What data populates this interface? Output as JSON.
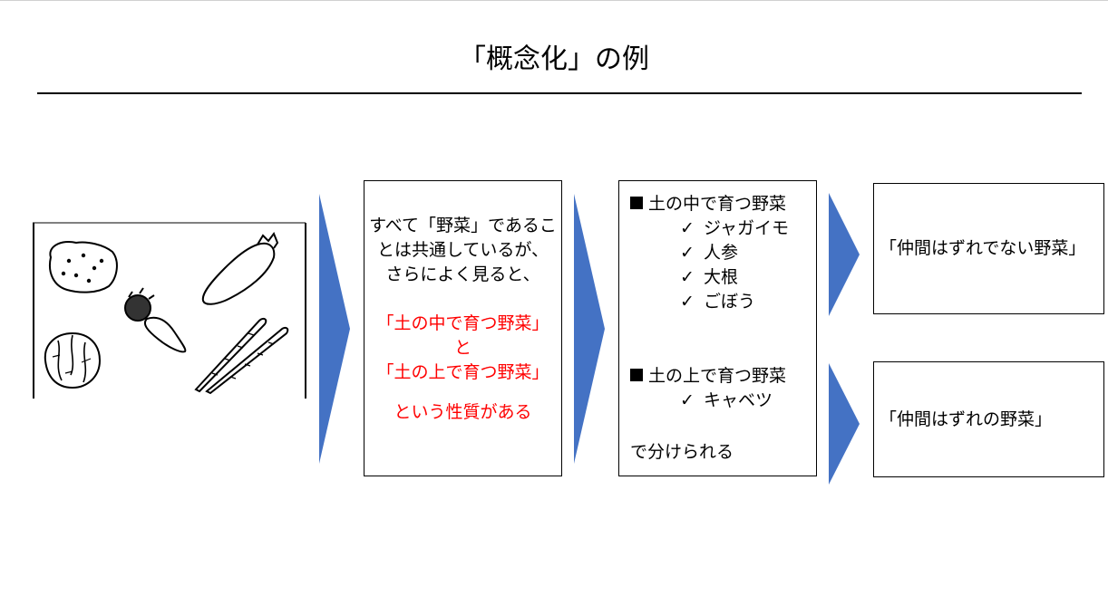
{
  "slide": {
    "title": "「概念化」の例"
  },
  "box1": {
    "line1": "すべて「野菜」であるこ",
    "line2": "とは共通しているが、",
    "line3": "さらによく見ると、",
    "red1": "「土の中で育つ野菜」",
    "red2": "と",
    "red3": "「土の上で育つ野菜」",
    "red4": "という性質がある"
  },
  "box2": {
    "group1_title": "土の中で育つ野菜",
    "group1_items": [
      "ジャガイモ",
      "人参",
      "大根",
      "ごぼう"
    ],
    "group2_title": "土の上で育つ野菜",
    "group2_items": [
      "キャベツ"
    ],
    "footer": "で分けられる",
    "check_glyph": "✓"
  },
  "box3": {
    "text": "「仲間はずれでない野菜」"
  },
  "box4": {
    "text": "「仲間はずれの野菜」"
  },
  "colors": {
    "arrow": "#4472c4",
    "emphasis": "#ff0000",
    "rule": "#000000"
  }
}
